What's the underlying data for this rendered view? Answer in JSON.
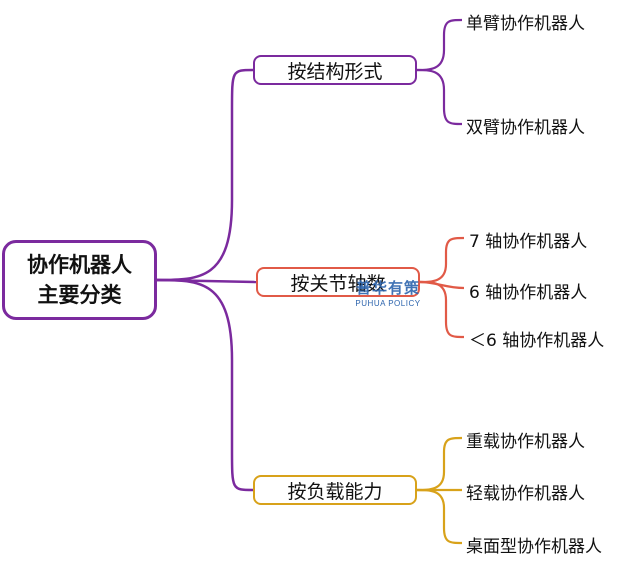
{
  "colors": {
    "purple": "#7b2a9e",
    "red": "#e15a47",
    "gold": "#d8a21a",
    "watermark": "#2c64ad"
  },
  "root": {
    "line1": "协作机器人",
    "line2": "主要分类"
  },
  "branches": [
    {
      "label": "按结构形式",
      "color": "purple",
      "children": [
        "单臂协作机器人",
        "双臂协作机器人"
      ]
    },
    {
      "label": "按关节轴数",
      "color": "red",
      "children": [
        "7 轴协作机器人",
        "6 轴协作机器人",
        "＜6 轴协作机器人"
      ]
    },
    {
      "label": "按负载能力",
      "color": "gold",
      "children": [
        "重载协作机器人",
        "轻载协作机器人",
        "桌面型协作机器人"
      ]
    }
  ],
  "watermark": {
    "cn": "普华有策",
    "en": "PUHUA POLICY"
  }
}
